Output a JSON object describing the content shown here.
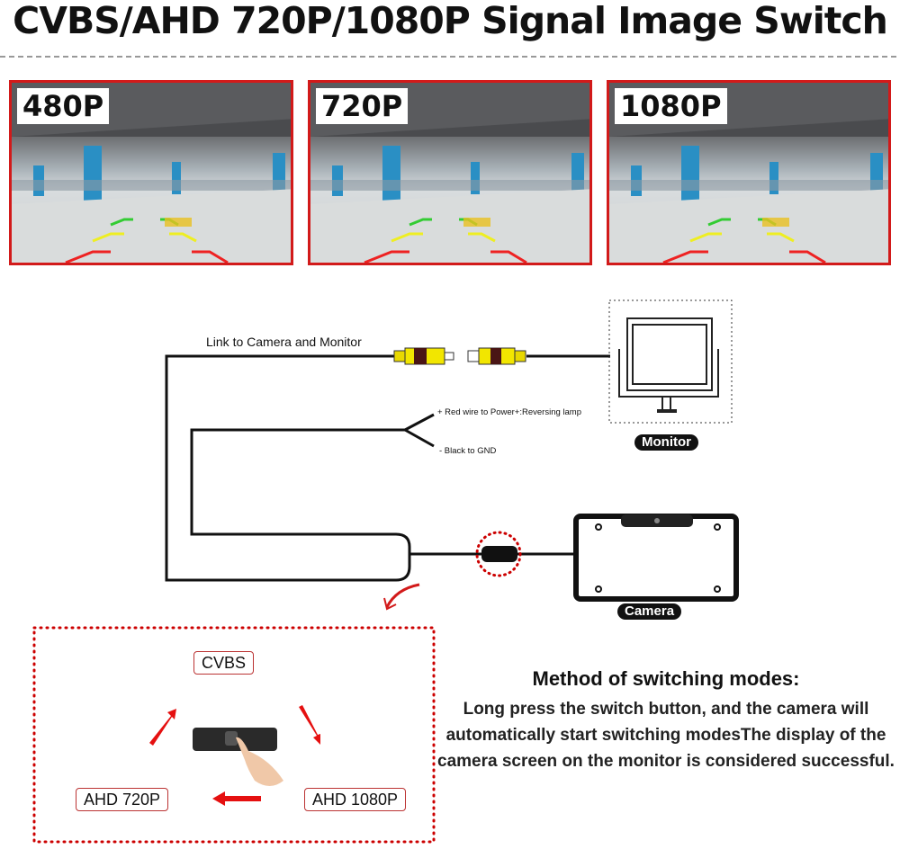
{
  "title": "CVBS/AHD 720P/1080P Signal Image Switch",
  "panels": [
    {
      "label": "480P"
    },
    {
      "label": "720P"
    },
    {
      "label": "1080P"
    }
  ],
  "diagram": {
    "link_label": "Link to Camera and Monitor",
    "red_wire": "+ Red wire to Power+:Reversing lamp",
    "black_wire": "- Black to GND",
    "monitor_label": "Monitor",
    "camera_label": "Camera"
  },
  "modes": {
    "top": "CVBS",
    "right": "AHD 1080P",
    "left": "AHD 720P"
  },
  "method": {
    "heading": "Method of switching modes:",
    "text": "Long press the switch button, and the camera will automatically start switching modesThe display of the camera screen on the monitor is considered successful."
  },
  "colors": {
    "accent": "#d21a1a",
    "rca_yellow": "#f2e600"
  }
}
